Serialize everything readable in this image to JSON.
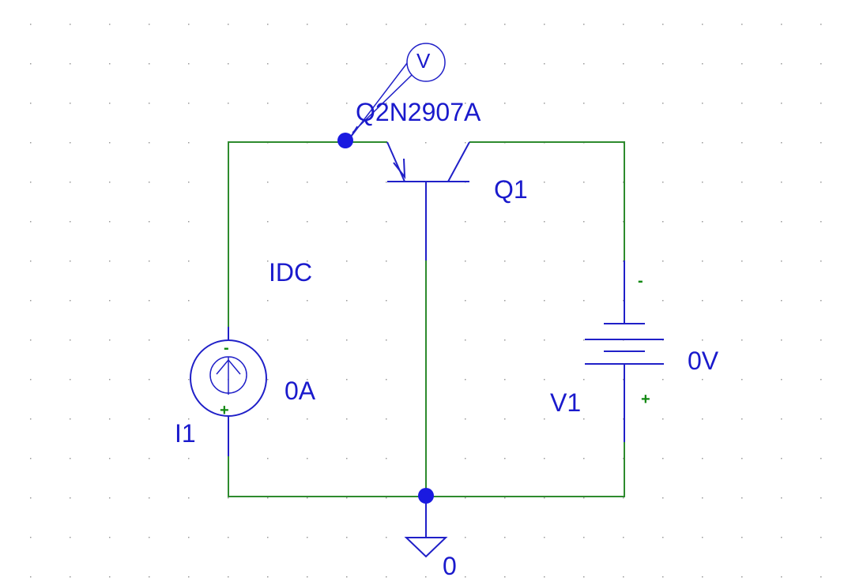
{
  "colors": {
    "wire": "#2e8b2e",
    "component": "#2020c8",
    "label": "#1a1acc",
    "pin_sign": "#118811",
    "grid_dot": "#9a9a9a",
    "junction": "#1a1ae0",
    "background": "#ffffff"
  },
  "components": {
    "transistor": {
      "model": "Q2N2907A",
      "ref": "Q1"
    },
    "current_source": {
      "type": "IDC",
      "value": "0A",
      "ref": "I1",
      "pin_top": "-",
      "pin_bottom": "+"
    },
    "voltage_source": {
      "value": "0V",
      "ref": "V1",
      "pin_top": "-",
      "pin_bottom": "+"
    },
    "ground": {
      "net": "0"
    },
    "voltage_probe": {
      "symbol": "V"
    }
  },
  "icons": [
    "grid-dot",
    "voltage-probe-icon",
    "pnp-transistor-icon",
    "current-source-icon",
    "battery-icon",
    "ground-icon",
    "junction-dot"
  ]
}
